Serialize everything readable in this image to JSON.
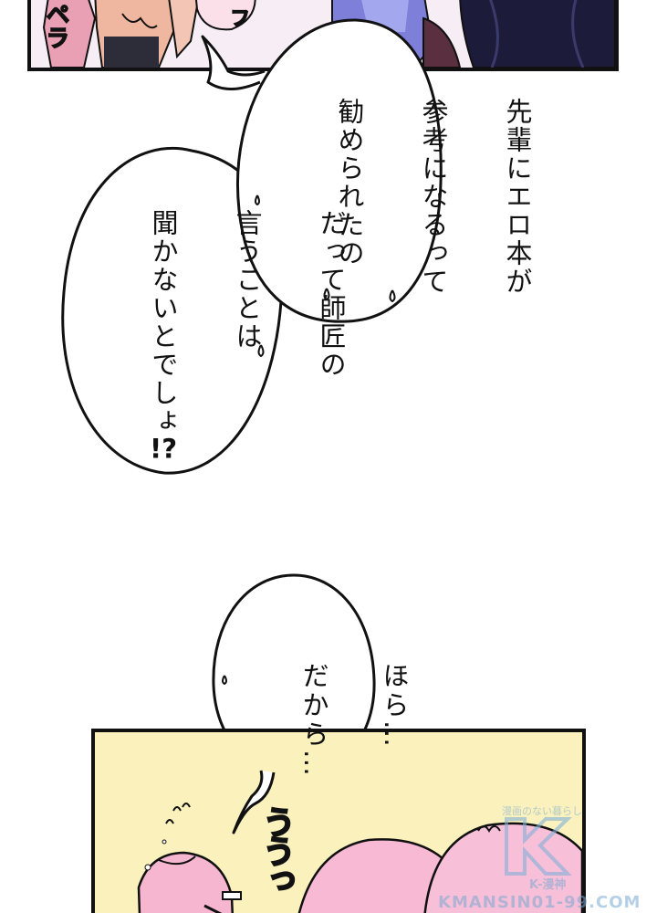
{
  "panels": {
    "top": {
      "sfx_left": "ペラ",
      "sfx_right": "フ"
    },
    "bottom": {
      "sfx": "ううっ"
    }
  },
  "bubbles": {
    "first": {
      "lines": [
        "先輩にエロ本が",
        "参考になるって",
        "勧められたの"
      ]
    },
    "second": {
      "lines": [
        "だって師匠の",
        "言うことは",
        "聞かないとでしょ",
        "!?"
      ]
    },
    "third": {
      "lines": [
        "ほら…",
        "だから…"
      ]
    }
  },
  "watermark": {
    "small_text": "漫画のない暮らし",
    "brand": "K-漫神",
    "url": "KMANSIN01-99.COM"
  },
  "colors": {
    "ink": "#111111",
    "bottom_panel_bg": "#fbf1bd",
    "hair_pink": "#f2a6c8",
    "watermark_blue": "#7fb0d8"
  }
}
